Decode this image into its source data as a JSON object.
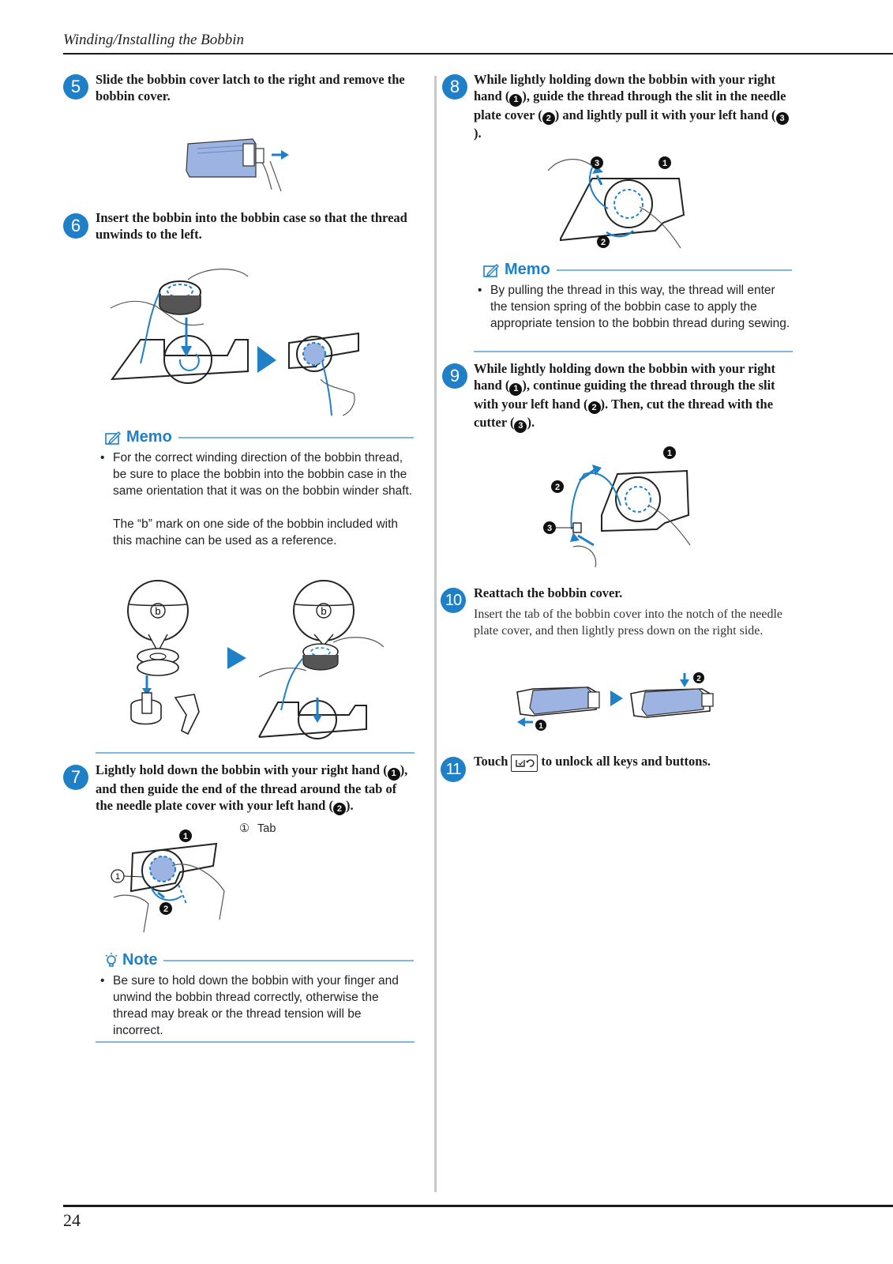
{
  "header": {
    "title": "Winding/Installing the Bobbin",
    "page_number": "24"
  },
  "colors": {
    "accent": "#1f80c8",
    "accent_light": "#7fb7e0",
    "figure_fill": "#9db4e3",
    "rule": "#1a1a1a"
  },
  "steps": {
    "s5": {
      "number": "5",
      "text": "Slide the bobbin cover latch to the right and remove the bobbin cover."
    },
    "s6": {
      "number": "6",
      "text": "Insert the bobbin into the bobbin case so that the thread unwinds to the left."
    },
    "s7": {
      "number": "7",
      "text_a": "Lightly hold down the bobbin with your right hand (",
      "text_b": "), and then guide the end of the thread around the tab of the needle plate cover with your left hand (",
      "text_c": ")."
    },
    "s8": {
      "number": "8",
      "text_a": "While lightly holding down the bobbin with your right hand (",
      "text_b": "), guide the thread through the slit in the needle plate cover (",
      "text_c": ") and lightly pull it with your left hand (",
      "text_d": ")."
    },
    "s9": {
      "number": "9",
      "text_a": "While lightly holding down the bobbin with your right hand (",
      "text_b": "), continue guiding the thread through the slit with your left hand (",
      "text_c": "). Then, cut the thread with the cutter (",
      "text_d": ")."
    },
    "s10": {
      "number": "10",
      "title": "Reattach the bobbin cover.",
      "body": "Insert the tab of the bobbin cover into the notch of the needle plate cover, and then lightly press down on the right side."
    },
    "s11": {
      "number": "11",
      "text_a": "Touch",
      "text_b": "to unlock all keys and buttons."
    }
  },
  "markers": {
    "m1": "1",
    "m2": "2",
    "m3": "3",
    "b_mark": "b",
    "tab_num": "①"
  },
  "memo1": {
    "heading": "Memo",
    "bullet": "•",
    "p1": "For the correct winding direction of the bobbin thread, be sure to place the bobbin into the bobbin case in the same orientation that it was on the bobbin winder shaft.",
    "p2": "The “b” mark on one side of the bobbin included with this machine can be used as a reference."
  },
  "memo2": {
    "heading": "Memo",
    "bullet": "•",
    "p1": "By pulling the thread in this way, the thread will enter the tension spring of the bobbin case to apply the appropriate tension to the bobbin thread during sewing."
  },
  "note": {
    "heading": "Note",
    "bullet": "•",
    "p1": "Be sure to hold down the bobbin with your finger and unwind the bobbin thread correctly, otherwise the thread may break or the thread tension will be incorrect."
  },
  "figure_labels": {
    "tab": "Tab"
  },
  "icons": {
    "memo": "memo-pencil-icon",
    "note": "lightbulb-icon",
    "key": "unlock-key-icon"
  }
}
